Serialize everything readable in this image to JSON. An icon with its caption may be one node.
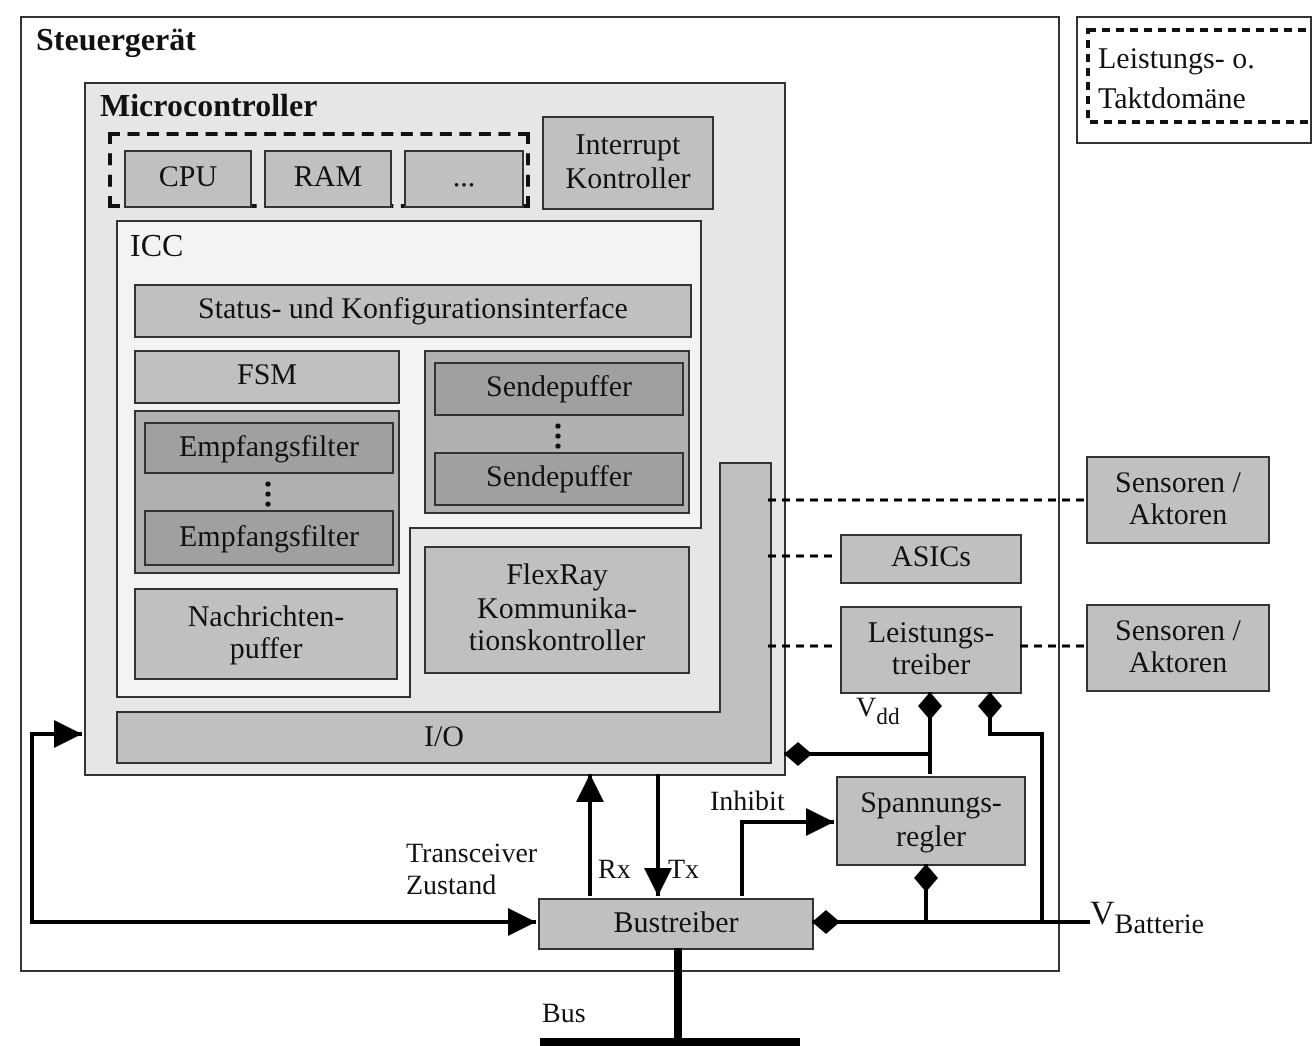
{
  "diagram": {
    "nodes": [
      {
        "text": [
          "Steuergerät"
        ]
      },
      {
        "text": [
          "Microcontroller"
        ],
        "in": 0
      },
      {
        "text": [],
        "shape": "box",
        "in": 1
      },
      {
        "text": [
          "CPU"
        ],
        "in": 2
      },
      {
        "text": [
          "RAM"
        ],
        "in": 2
      },
      {
        "text": [
          "..."
        ],
        "in": 2
      },
      {
        "text": [
          "Interrupt Kontroller"
        ],
        "in": 1
      },
      {
        "text": [
          "ICC"
        ],
        "in": 1
      },
      {
        "text": [
          "Status- und Konfigurationsinterface"
        ],
        "in": 7
      },
      {
        "text": [
          "FSM"
        ],
        "in": 7
      },
      {
        "text": [],
        "shape": "box",
        "in": 7
      },
      {
        "text": [
          "Sendepuffer"
        ],
        "in": 10
      },
      {
        "text": [
          "Sendepuffer"
        ],
        "in": 10
      },
      {
        "text": [],
        "shape": "box",
        "in": 7
      },
      {
        "text": [
          "Empfangsfilter"
        ],
        "in": 13
      },
      {
        "text": [
          "Empfangsfilter"
        ],
        "in": 13
      },
      {
        "text": [
          "Nachrichten- puffer"
        ],
        "in": 7
      },
      {
        "text": [
          "FlexRay Kommunika- tionskontroller"
        ],
        "in": 1
      },
      {
        "text": [
          "I/O"
        ],
        "in": 1
      },
      {
        "text": [
          "Sensoren / Aktoren"
        ]
      },
      {
        "text": [
          "ASICs"
        ],
        "in": 0
      },
      {
        "text": [
          "Leistungs- treiber"
        ],
        "in": 0
      },
      {
        "text": [
          "Sensoren / Aktoren"
        ]
      },
      {
        "text": [
          "Spannungs- regler"
        ],
        "in": 0
      },
      {
        "text": [
          "Bustreiber"
        ],
        "in": 0
      },
      {
        "text": [
          "V$_{Batterie}$"
        ]
      },
      {
        "text": [],
        "shape": "bar",
        "beside": [
          "Bus"
        ]
      }
    ],
    "edges": [
      {
        "from": 1,
        "to": 24,
        "arrow": "both",
        "label": "Transceiver Zustand"
      },
      {
        "from": 24,
        "to": 1,
        "arrow": "to",
        "label": "Rx"
      },
      {
        "from": 1,
        "to": 24,
        "arrow": "to",
        "label": "Tx"
      },
      {
        "from": 24,
        "to": 23,
        "arrow": "to",
        "label": "Inhibit"
      },
      {
        "from": 23,
        "to": 21,
        "arrow": "other"
      },
      {
        "from": 23,
        "to": 1,
        "arrow": "other",
        "label": "V$_{dd}$"
      },
      {
        "from": 25,
        "to": 24,
        "arrow": "other"
      },
      {
        "from": 25,
        "to": 23,
        "arrow": "other"
      },
      {
        "from": 25,
        "to": 21,
        "arrow": "other"
      },
      {
        "from": 18,
        "to": 19,
        "arrow": "none",
        "style": "dashed"
      },
      {
        "from": 18,
        "to": 20,
        "arrow": "none",
        "style": "dashed"
      },
      {
        "from": 18,
        "to": 21,
        "arrow": "none",
        "style": "dashed"
      },
      {
        "from": 21,
        "to": 22,
        "arrow": "none",
        "style": "dashed"
      },
      {
        "from": 24,
        "to": 26,
        "arrow": "none",
        "style": "thick"
      }
    ],
    "legend": [
      {
        "text": "Leistungs- o. Taktdomäne"
      }
    ]
  }
}
